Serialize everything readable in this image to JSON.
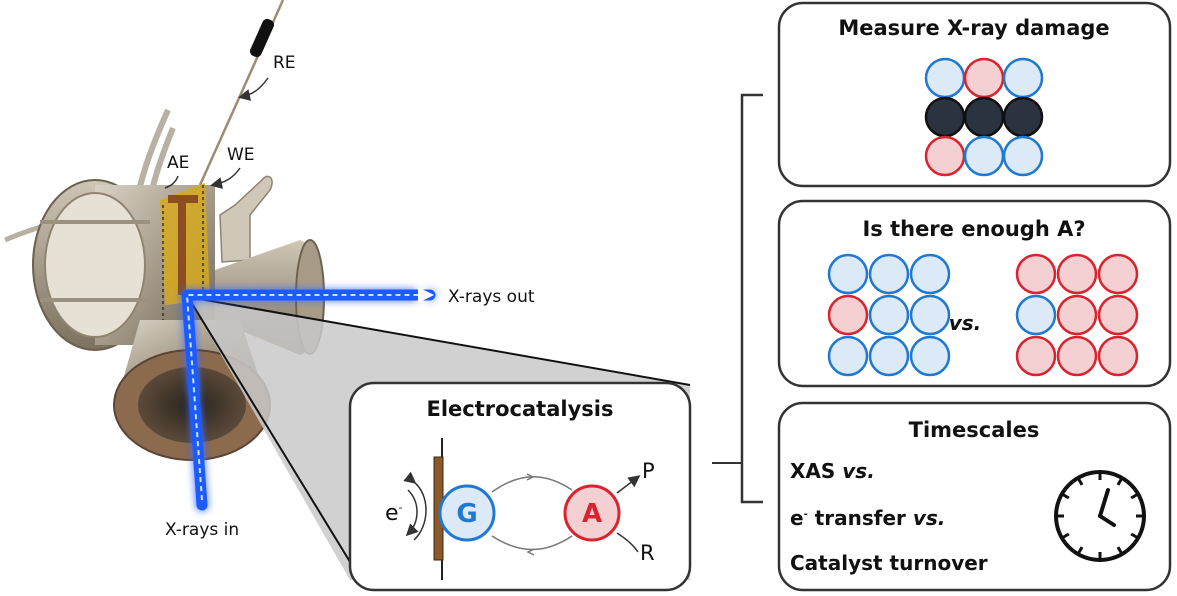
{
  "colors": {
    "blue_stroke": "#1f78d1",
    "blue_fill": "#dce9f7",
    "red_stroke": "#d9232e",
    "red_fill": "#f5d0d2",
    "dark_fill": "#2b3340",
    "xray_beam": "#1a5cff",
    "electrode": "#8a5a2b",
    "zoom_cone": "#c9c9c9",
    "panel_border": "#333333"
  },
  "apparatus": {
    "labels": {
      "re": "RE",
      "ae": "AE",
      "we": "WE",
      "xrays_out": "X-rays out",
      "xrays_in": "X-rays in"
    }
  },
  "electrocatalysis_panel": {
    "title": "Electrocatalysis",
    "electron_label": "e",
    "electron_sup": "-",
    "species_g": "G",
    "species_a": "A",
    "product": "P",
    "reactant": "R"
  },
  "panels": {
    "xray_damage": {
      "title": "Measure X-ray damage",
      "grid": [
        [
          "blue",
          "red",
          "blue"
        ],
        [
          "dark",
          "dark",
          "dark"
        ],
        [
          "red",
          "blue",
          "blue"
        ]
      ]
    },
    "enough_a": {
      "title": "Is there enough A?",
      "vs_label": "vs.",
      "left_grid": [
        [
          "blue",
          "blue",
          "blue"
        ],
        [
          "red",
          "blue",
          "blue"
        ],
        [
          "blue",
          "blue",
          "blue"
        ]
      ],
      "right_grid": [
        [
          "red",
          "red",
          "red"
        ],
        [
          "blue",
          "red",
          "red"
        ],
        [
          "red",
          "red",
          "red"
        ]
      ]
    },
    "timescales": {
      "title": "Timescales",
      "line1_main": "XAS ",
      "line1_vs": "vs.",
      "line2_e": "e",
      "line2_sup": "-",
      "line2_main": " transfer ",
      "line2_vs": "vs.",
      "line3": "Catalyst turnover",
      "clock_icon": "clock-icon"
    }
  }
}
